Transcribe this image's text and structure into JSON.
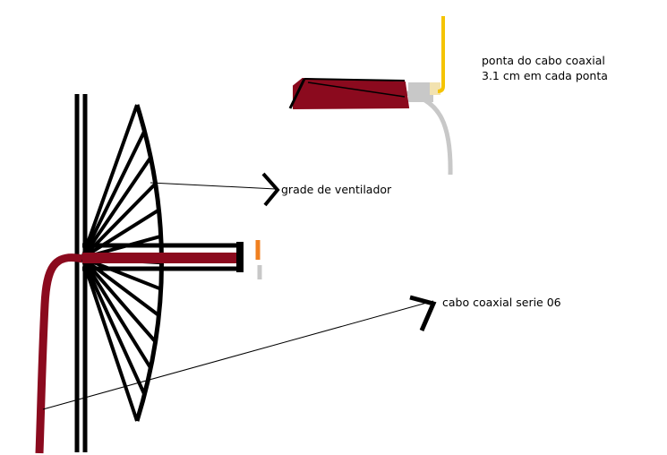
{
  "colors": {
    "background": "#ffffff",
    "structure": "#000000",
    "cable": "#8b0a1e",
    "cable_sheath": "#c8c8c8",
    "core_wire": "#f5c400",
    "insulation": "#f2e2b0",
    "tip": "#f08020"
  },
  "labels": {
    "cable_tip_line1": "ponta do cabo coaxial",
    "cable_tip_line2": "3.1 cm em cada ponta",
    "fan_grill": "grade de ventilador",
    "coax_cable": "cabo coaxial serie 06"
  }
}
